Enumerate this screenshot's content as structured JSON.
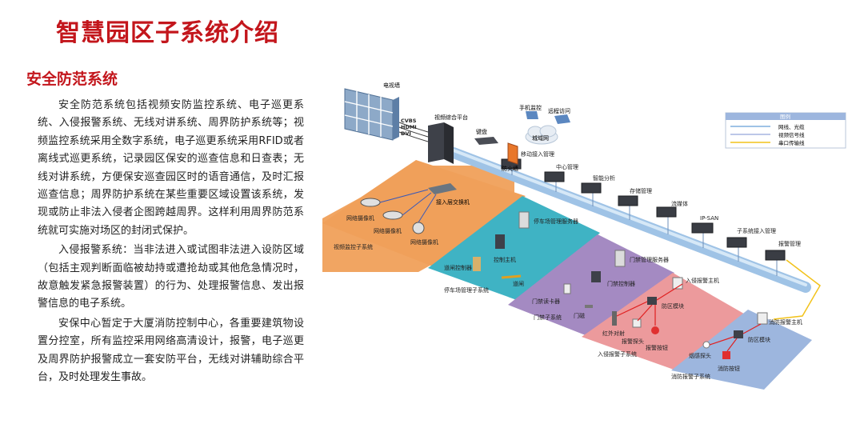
{
  "header": {
    "title": "智慧园区子系统介绍"
  },
  "section": {
    "title": "安全防范系统"
  },
  "content": {
    "paragraphs": [
      "安全防范系统包括视频安防监控系统、电子巡更系统、入侵报警系统、无线对讲系统、周界防护系统等；视频监控系统采用全数字系统，电子巡更系统采用RFID或者离线式巡更系统，记录园区保安的巡查信息和日查表；无线对讲系统，方便保安巡查园区时的语音通信，及时汇报巡查信息；周界防护系统在某些重要区域设置该系统，发现或防止非法入侵者企图跨越周界。这样利用周界防范系统就可实施对场区的封闭式保护。",
      "入侵报警系统：当非法进入或试图非法进入设防区域（包括主观判断面临被劫持或遭抢劫或其他危急情况时，故意触发紧急报警装置）的行为、处理报警信息、发出报警信息的电子系统。",
      "安保中心暂定于大厦消防控制中心，各重要建筑物设置分控室，所有监控采用网络高清设计，报警，电子巡更及周界防护报警成立一套安防平台，无线对讲辅助综合平台，及时处理发生事故。"
    ]
  },
  "diagram": {
    "legend": {
      "title": "图例",
      "items": [
        "网线、光缆",
        "视频信号线",
        "串口传输线"
      ]
    },
    "top": {
      "video_wall": "电视墙",
      "platform": "视频综合平台",
      "signals": [
        "CVBS",
        "HDMI",
        "DVI"
      ],
      "keyboard": "键盘",
      "firewall": "防火墙",
      "phone_monitor": "手机监控",
      "remote_access": "远程访问",
      "cloud": "城域网"
    },
    "modules": [
      "移动接入管理",
      "中心管理",
      "智能分析",
      "存储管理",
      "流媒体",
      "IP-SAN",
      "子系统接入管理",
      "报警管理"
    ],
    "zone_video": {
      "switch": "接入层交换机",
      "cam1": "网络摄像机",
      "cam2": "网络摄像机",
      "cam3": "网络摄像机",
      "label": "视频监控子系统"
    },
    "zone_parking": {
      "server": "停车场管理服务器",
      "controller": "控制主机",
      "gate_ctrl": "道闸控制器",
      "barrier": "道闸",
      "label": "停车场管理子系统"
    },
    "zone_access": {
      "server": "门禁管理服务器",
      "controller": "门禁控制器",
      "reader": "门禁读卡器",
      "door": "门磁",
      "label": "门禁子系统"
    },
    "zone_intrusion": {
      "host": "入侵报警主机",
      "module": "防区模块",
      "ir": "红外对射",
      "detector": "报警探头",
      "button": "报警按钮",
      "label": "入侵报警子系统"
    },
    "zone_fire": {
      "host": "消防报警主机",
      "module": "防区模块",
      "smoke": "烟感探头",
      "button": "消防按钮",
      "label": "消防报警子系统"
    }
  },
  "colors": {
    "title_red": "#c3161c",
    "zone_orange": "#f0a05a",
    "zone_teal": "#3fb3c4",
    "zone_purple": "#a48ac2",
    "zone_pink": "#ec9a9c",
    "zone_blue": "#9db6de",
    "backbone": "#9fc3e6",
    "red_line": "#e02020",
    "yellow_line": "#f2c21a"
  }
}
